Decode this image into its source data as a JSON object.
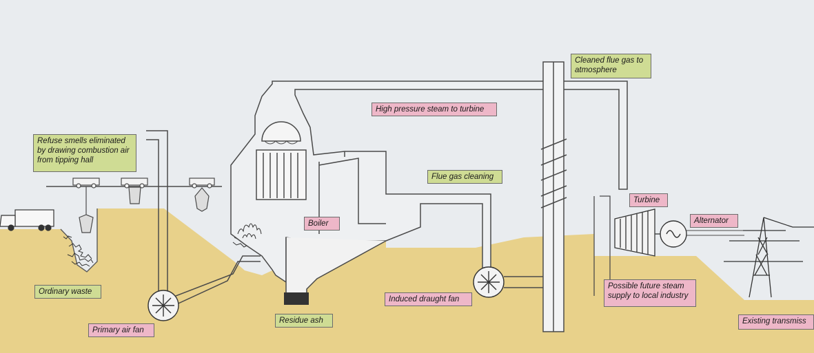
{
  "colors": {
    "sky": "#e9ecef",
    "ground": "#e8d18a",
    "label_green": "#cfdc94",
    "label_pink": "#eeb7c8",
    "line": "#5a5a5a"
  },
  "icons": {
    "truck": "refuse-truck-icon",
    "crane": "crane-grab-icon",
    "fan": "fan-icon",
    "alternator": "alternator-icon",
    "pylon": "transmission-pylon-icon",
    "flames": "flames-icon"
  },
  "labels": {
    "refuse_smells": "Refuse smells eliminated by drawing combustion air from tipping hall",
    "ordinary_waste": "Ordinary waste",
    "primary_air_fan": "Primary air fan",
    "residue_ash": "Residue ash",
    "boiler": "Boiler",
    "flue_gas_cleaning": "Flue gas cleaning",
    "high_pressure_steam": "High pressure steam to turbine",
    "induced_draught_fan": "Induced draught fan",
    "cleaned_flue_gas": "Cleaned flue gas to atmosphere",
    "turbine": "Turbine",
    "alternator": "Alternator",
    "future_steam": "Possible future steam supply to local industry",
    "existing_transmission": "Existing transmiss"
  }
}
